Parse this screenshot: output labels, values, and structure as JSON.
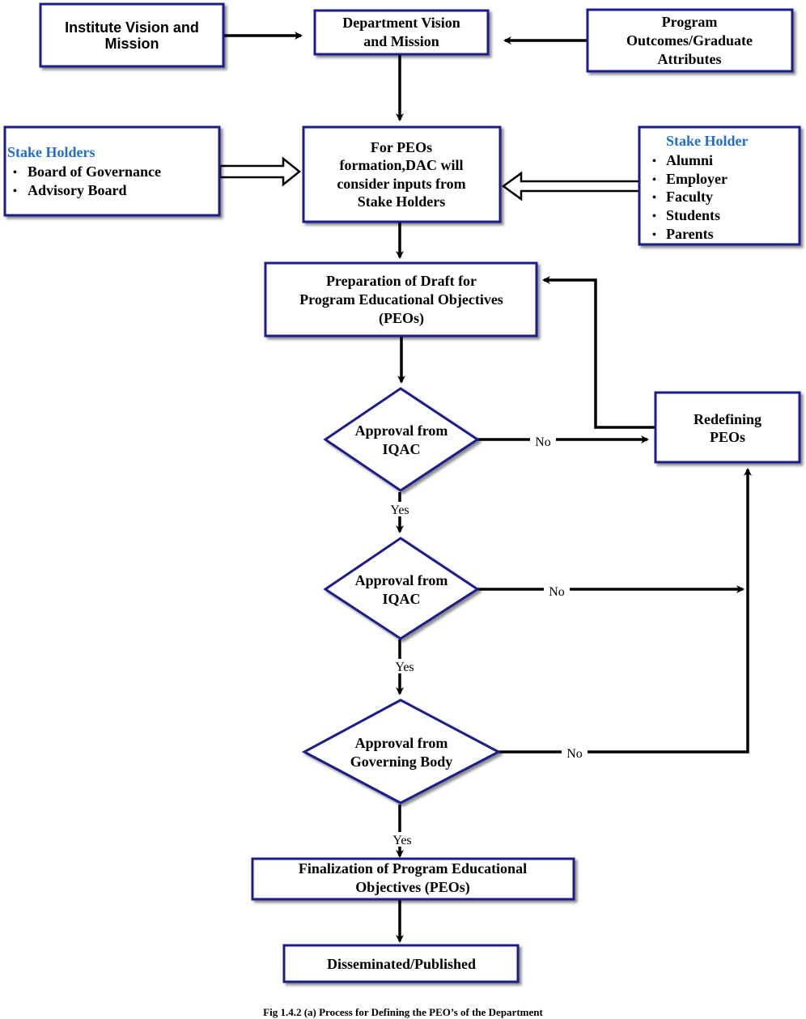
{
  "nodes": {
    "institute": [
      "Institute Vision and",
      "Mission"
    ],
    "department": [
      "Department Vision",
      "and Mission"
    ],
    "program_outcomes": [
      "Program",
      "Outcomes/Graduate",
      "Attributes"
    ],
    "dac_inputs": [
      "For PEOs",
      "formation,DAC will",
      "consider inputs from",
      "Stake Holders"
    ],
    "draft": [
      "Preparation of Draft for",
      "Program Educational Objectives",
      "(PEOs)"
    ],
    "redefining": [
      "Redefining",
      "PEOs"
    ],
    "approval_1": [
      "Approval from",
      "IQAC"
    ],
    "approval_2": [
      "Approval from",
      "IQAC"
    ],
    "approval_3": [
      "Approval from",
      "Governing Body"
    ],
    "finalization": [
      "Finalization of Program Educational",
      "Objectives (PEOs)"
    ],
    "disseminated": [
      "Disseminated/Published"
    ]
  },
  "stakeholders_left": {
    "title": "Stake Holders",
    "items": [
      "Board of Governance",
      "Advisory Board"
    ]
  },
  "stakeholders_right": {
    "title": "Stake Holder",
    "items": [
      "Alumni",
      "Employer",
      "Faculty",
      "Students",
      "Parents"
    ]
  },
  "edge_labels": {
    "yes": "Yes",
    "no": "No"
  },
  "bullet": "•",
  "caption": "Fig 1.4.2 (a) Process for Defining the PEO’s of the Department"
}
